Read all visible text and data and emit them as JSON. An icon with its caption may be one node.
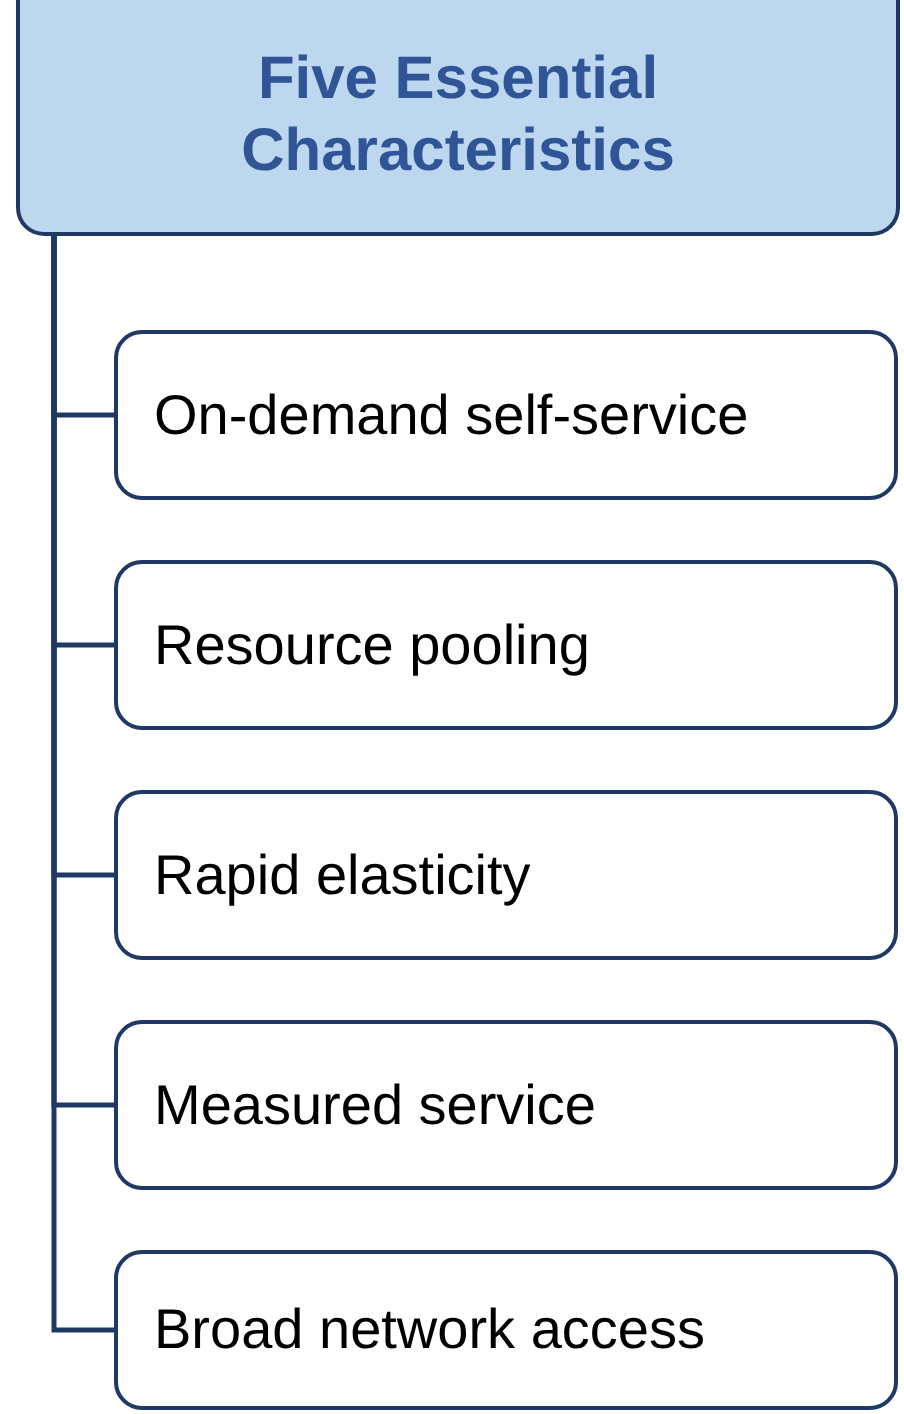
{
  "diagram": {
    "nodes": [
      {
        "text": [
          "Five Essential Characteristics"
        ]
      },
      {
        "text": [
          "On-demand self-service"
        ]
      },
      {
        "text": [
          "Resource pooling"
        ]
      },
      {
        "text": [
          "Rapid elasticity"
        ]
      },
      {
        "text": [
          "Measured service"
        ]
      },
      {
        "text": [
          "Broad network access"
        ]
      }
    ],
    "edges": [
      {
        "from": 0,
        "to": 1,
        "arrow": "none"
      },
      {
        "from": 0,
        "to": 2,
        "arrow": "none"
      },
      {
        "from": 0,
        "to": 3,
        "arrow": "none"
      },
      {
        "from": 0,
        "to": 4,
        "arrow": "none"
      },
      {
        "from": 0,
        "to": 5,
        "arrow": "none"
      }
    ]
  }
}
